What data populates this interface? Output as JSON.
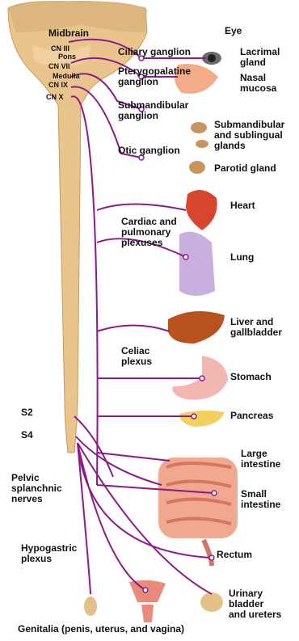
{
  "labels": {
    "midbrain": "Midbrain",
    "cn3": "CN III",
    "cn7": "CN VII",
    "pons": "Pons",
    "medulla": "Medulla",
    "cn9": "CN IX",
    "cn10": "CN X",
    "ciliary": "Ciliary ganglion",
    "eye": "Eye",
    "lacrimal": "Lacrimal\ngland",
    "ptery": "Pterygopalatine\nganglion",
    "nasal": "Nasal\nmucosa",
    "submand_ganglion": "Submandibular\nganglion",
    "submand_glands": "Submandibular\nand sublingual\nglands",
    "otic": "Otic ganglion",
    "parotid": "Parotid gland",
    "heart": "Heart",
    "cardiac": "Cardiac and\npulmonary\nplexuses",
    "lung": "Lung",
    "liver": "Liver and\ngallbladder",
    "celiac": "Celiac\nplexus",
    "stomach": "Stomach",
    "pancreas": "Pancreas",
    "s2": "S2",
    "s4": "S4",
    "pelvic": "Pelvic\nsplanchnic\nnerves",
    "large_int": "Large\nintestine",
    "small_int": "Small\nintestine",
    "hypogastric": "Hypogastric\nplexus",
    "rectum": "Rectum",
    "bladder": "Urinary\nbladder\nand ureters",
    "genitalia": "Genitalia (penis, uterus, and vagina)"
  },
  "colors": {
    "nerve": "#8e1a8a",
    "cord": "#e9c48c",
    "brain": "#d9b27a"
  }
}
